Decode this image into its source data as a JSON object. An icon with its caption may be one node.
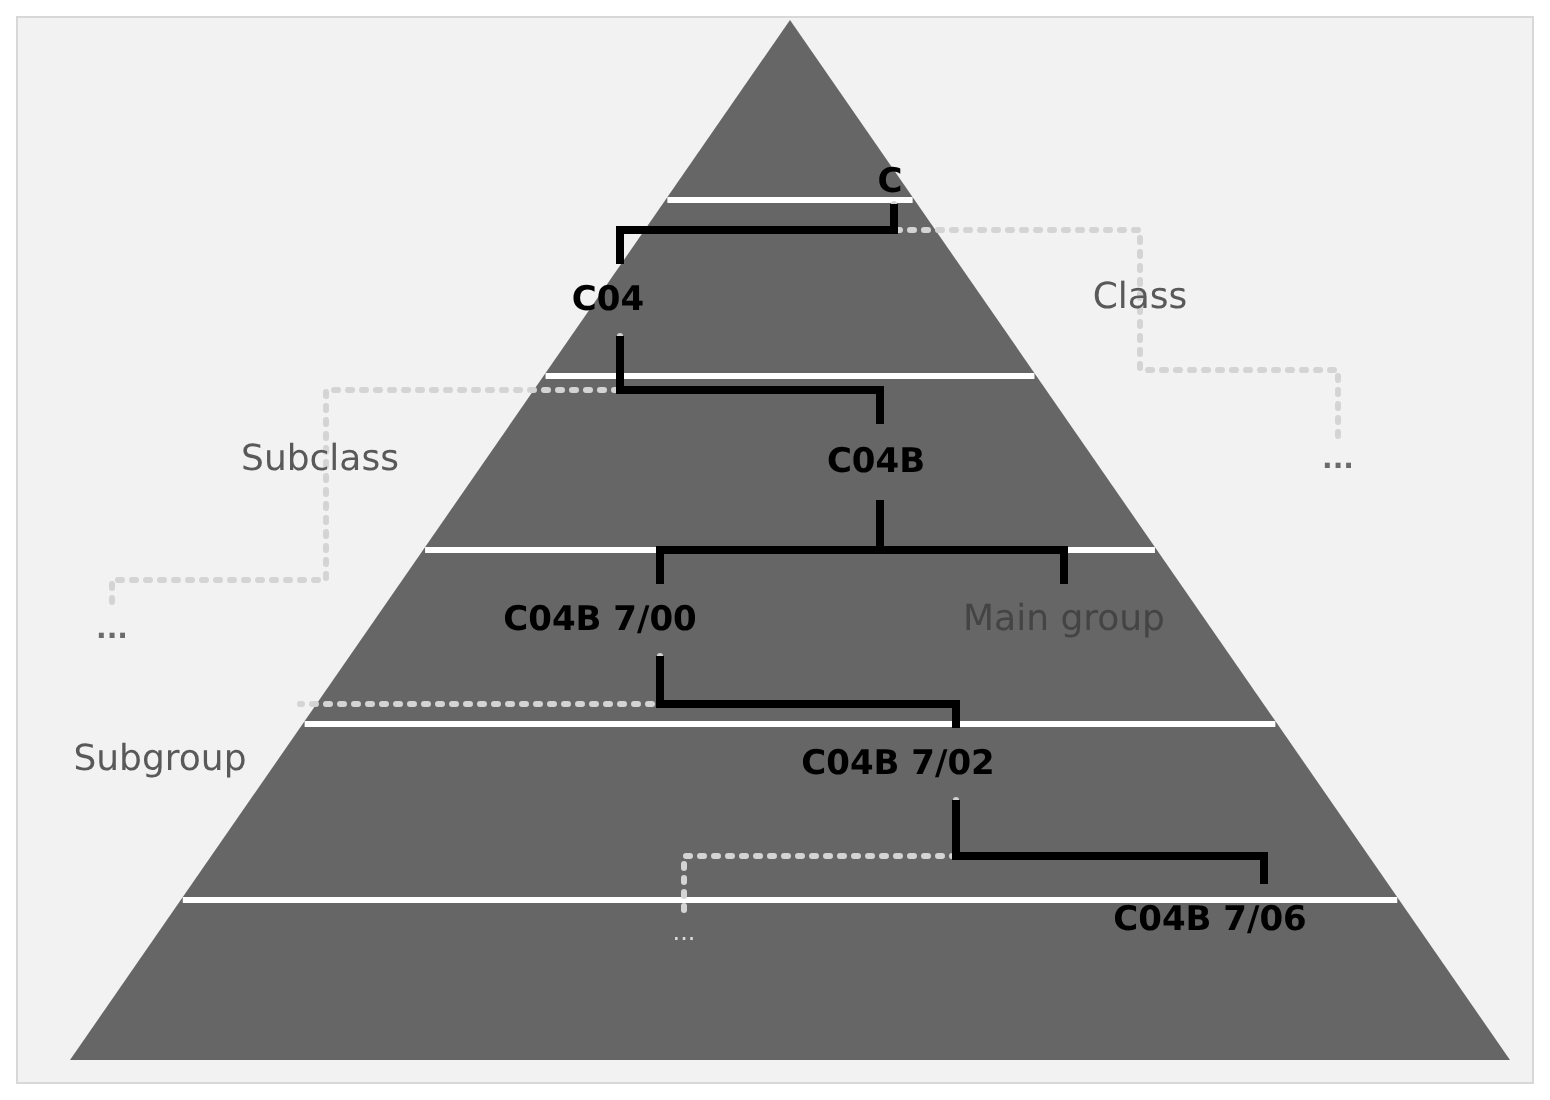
{
  "diagram": {
    "nodes": [
      {
        "text": [
          "C"
        ]
      },
      {
        "text": [
          "C04"
        ]
      },
      {
        "text": [
          "C04B"
        ]
      },
      {
        "text": [
          "C04B 7/00"
        ]
      },
      {
        "text": [
          "Main group"
        ]
      },
      {
        "text": [
          "C04B 7/02"
        ]
      },
      {
        "text": [
          "C04B 7/06"
        ]
      },
      {
        "text": [
          "..."
        ]
      },
      {
        "text": [
          "..."
        ]
      },
      {
        "text": [
          "..."
        ]
      }
    ],
    "edges": [
      {
        "from": 0,
        "to": 1,
        "arrow": "none"
      },
      {
        "from": 1,
        "to": 2,
        "arrow": "none"
      },
      {
        "from": 2,
        "to": 3,
        "arrow": "none"
      },
      {
        "from": 2,
        "to": 4,
        "arrow": "none"
      },
      {
        "from": 3,
        "to": 5,
        "arrow": "none"
      },
      {
        "from": 5,
        "to": 6,
        "arrow": "none"
      },
      {
        "from": 0,
        "to": 7,
        "arrow": "none",
        "style": "dashed",
        "color": "#d4d4d4"
      },
      {
        "from": 1,
        "to": 8,
        "arrow": "none",
        "style": "dashed",
        "color": "#d4d4d4"
      },
      {
        "from": 3,
        "to": null,
        "arrow": "none",
        "style": "dashed",
        "color": "#d4d4d4"
      },
      {
        "from": 5,
        "to": 9,
        "arrow": "none",
        "style": "dashed",
        "color": "#d4d4d4"
      }
    ],
    "labels": [
      "Class",
      "Subclass",
      "Subgroup"
    ]
  }
}
